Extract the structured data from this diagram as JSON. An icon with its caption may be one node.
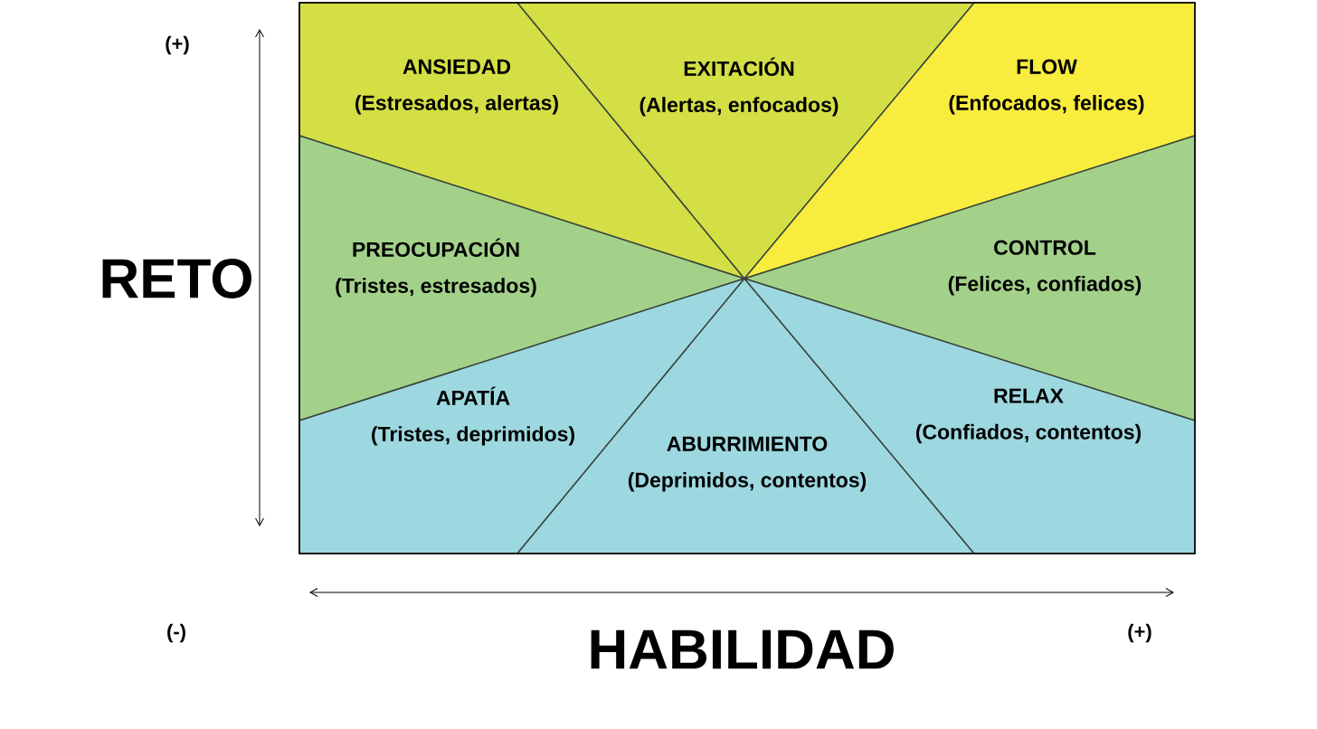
{
  "diagram": {
    "nodes": [
      {
        "text": [
          "ANSIEDAD",
          "(Estresados, alertas)"
        ]
      },
      {
        "text": [
          "EXITACIÓN",
          "(Alertas, enfocados)"
        ]
      },
      {
        "text": [
          "FLOW",
          "(Enfocados, felices)"
        ]
      },
      {
        "text": [
          "PREOCUPACIÓN",
          "(Tristes, estresados)"
        ]
      },
      {
        "text": [
          "CONTROL",
          "(Felices, confiados)"
        ]
      },
      {
        "text": [
          "APATÍA",
          "(Tristes, deprimidos)"
        ]
      },
      {
        "text": [
          "ABURRIMIENTO",
          "(Deprimidos, contentos)"
        ]
      },
      {
        "text": [
          "RELAX",
          "(Confiados, contentos)"
        ]
      }
    ],
    "labels": [
      "(+)",
      "RETO",
      "(-)",
      "HABILIDAD",
      "(+)"
    ]
  }
}
